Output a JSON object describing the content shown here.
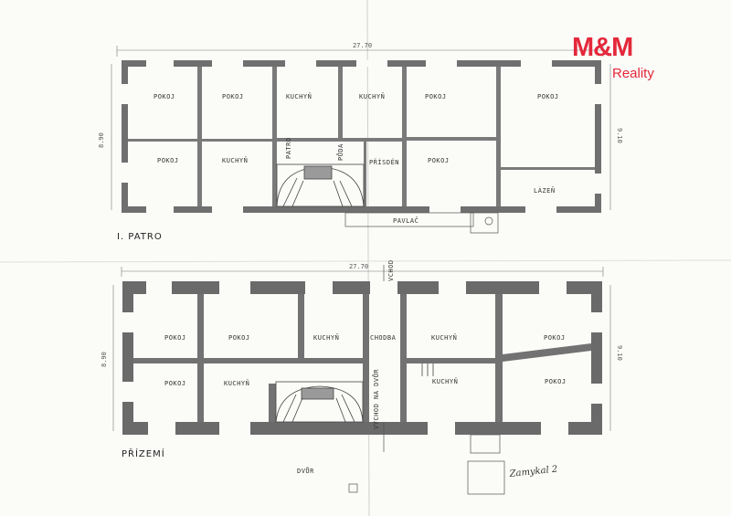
{
  "logo": {
    "mark": "M&M",
    "name": "Reality"
  },
  "upper_floor": {
    "label": "I. PATRO",
    "width_dim": "27.70",
    "left_dim": "8.90",
    "right_dim": "9.10",
    "rooms": {
      "r1": "POKOJ",
      "r2": "POKOJ",
      "r3": "KUCHYŇ",
      "r4": "KUCHYŇ",
      "r5": "POKOJ",
      "r6": "POKOJ",
      "r7": "POKOJ",
      "r8": "KUCHYŇ",
      "r9": "PŘÍSDĚN",
      "r10": "POKOJ",
      "r11": "LÁZEŇ",
      "pavlac": "PAVLAČ",
      "patro": "PATRO",
      "puda": "PŮDA"
    }
  },
  "ground_floor": {
    "label": "PŘÍZEMÍ",
    "width_dim": "27.70",
    "left_dim": "8.90",
    "right_dim": "9.10",
    "rooms": {
      "r1": "POKOJ",
      "r2": "POKOJ",
      "r3": "KUCHYŇ",
      "r4": "CHODBA",
      "r5": "KUCHYŇ",
      "r6": "POKOJ",
      "r7": "POKOJ",
      "r8": "KUCHYŇ",
      "r9": "KUCHYŇ",
      "r10": "POKOJ",
      "vychod": "VÝCHOD NA DVŮR",
      "vchod": "VCHOD"
    },
    "yard": "DVŮR"
  },
  "signature": "Zamykal 2"
}
